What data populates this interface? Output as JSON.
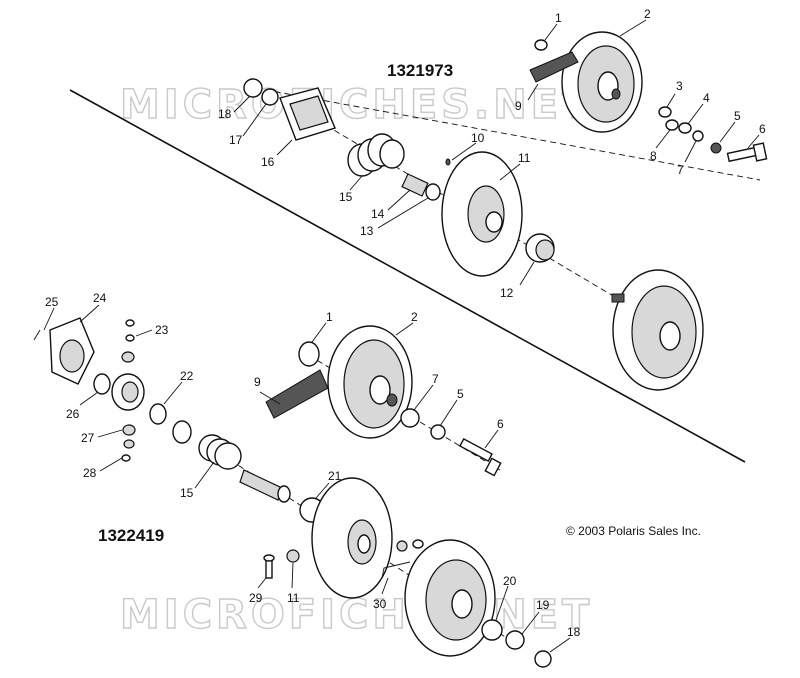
{
  "assemblies": {
    "upper_part_number": "1321973",
    "lower_part_number": "1322419"
  },
  "copyright": "© 2003 Polaris Sales Inc.",
  "watermark": {
    "top": "MICROFICHES.NET",
    "bottom": "MICROFICHES.NET"
  },
  "upper_callouts": [
    "1",
    "2",
    "3",
    "4",
    "5",
    "6",
    "7",
    "8",
    "9",
    "10",
    "11",
    "12",
    "13",
    "14",
    "15",
    "16",
    "17",
    "18"
  ],
  "lower_callouts": [
    "1",
    "2",
    "5",
    "6",
    "7",
    "9",
    "11",
    "15",
    "18",
    "19",
    "20",
    "21",
    "22",
    "23",
    "24",
    "25",
    "26",
    "27",
    "28",
    "29",
    "30"
  ]
}
